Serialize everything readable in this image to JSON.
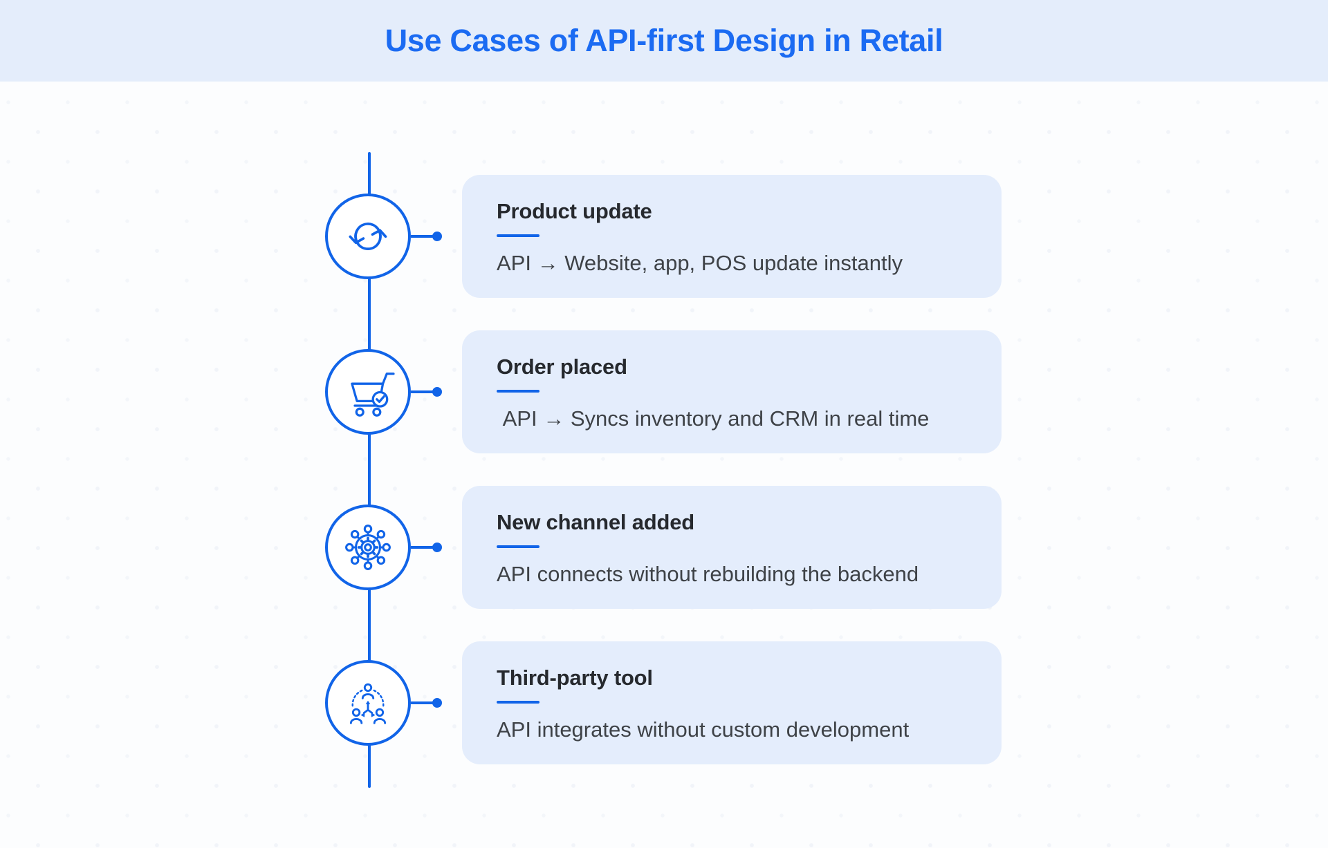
{
  "header": {
    "title": "Use Cases of API-first Design in Retail"
  },
  "colors": {
    "accent_blue": "#1164e8",
    "title_blue": "#1b6bf2",
    "header_background": "#e4edfb",
    "card_background": "#e4edfc",
    "heading_text": "#26292e",
    "body_text": "#3e4247",
    "page_background": "#fcfdfe"
  },
  "timeline": {
    "items": [
      {
        "icon": "sync-icon",
        "title": "Product update",
        "description": "API → Website, app, POS update instantly"
      },
      {
        "icon": "cart-check-icon",
        "title": "Order placed",
        "description": " API → Syncs inventory and CRM in real time"
      },
      {
        "icon": "connected-gear-icon",
        "title": "New channel added",
        "description": "API connects without rebuilding the backend"
      },
      {
        "icon": "team-network-icon",
        "title": "Third-party tool",
        "description": "API integrates without custom development"
      }
    ]
  }
}
